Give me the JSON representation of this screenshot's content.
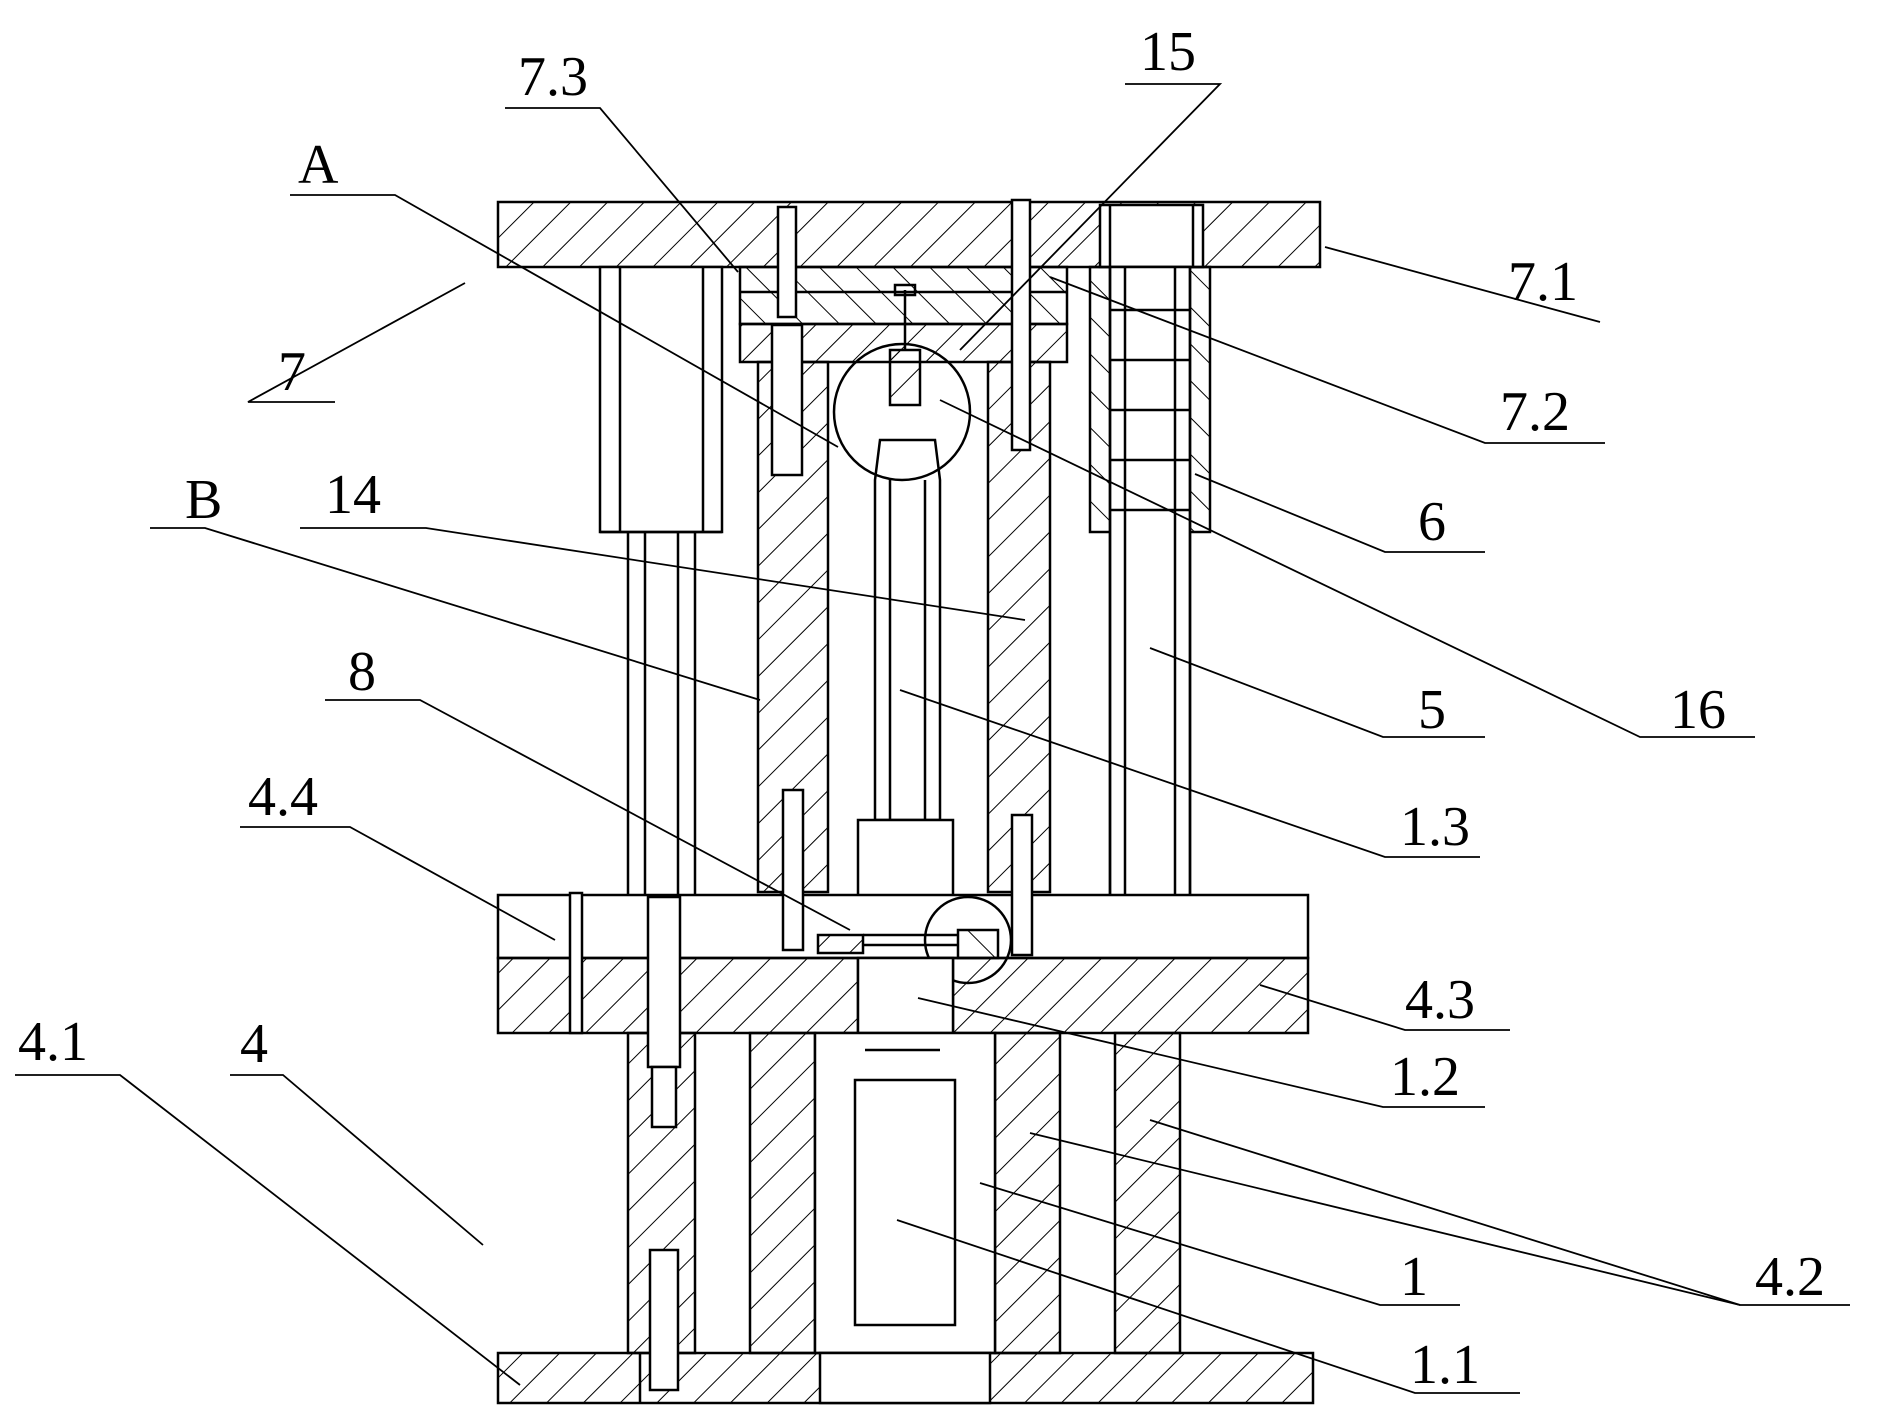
{
  "labels": {
    "l_7_3": "7.3",
    "l_15": "15",
    "l_A": "A",
    "l_7_1": "7.1",
    "l_7": "7",
    "l_7_2": "7.2",
    "l_B": "B",
    "l_14": "14",
    "l_6": "6",
    "l_8": "8",
    "l_5": "5",
    "l_16": "16",
    "l_1_3": "1.3",
    "l_4_4": "4.4",
    "l_4_3": "4.3",
    "l_4_1": "4.1",
    "l_4": "4",
    "l_1_2": "1.2",
    "l_1": "1",
    "l_4_2": "4.2",
    "l_1_1": "1.1"
  }
}
